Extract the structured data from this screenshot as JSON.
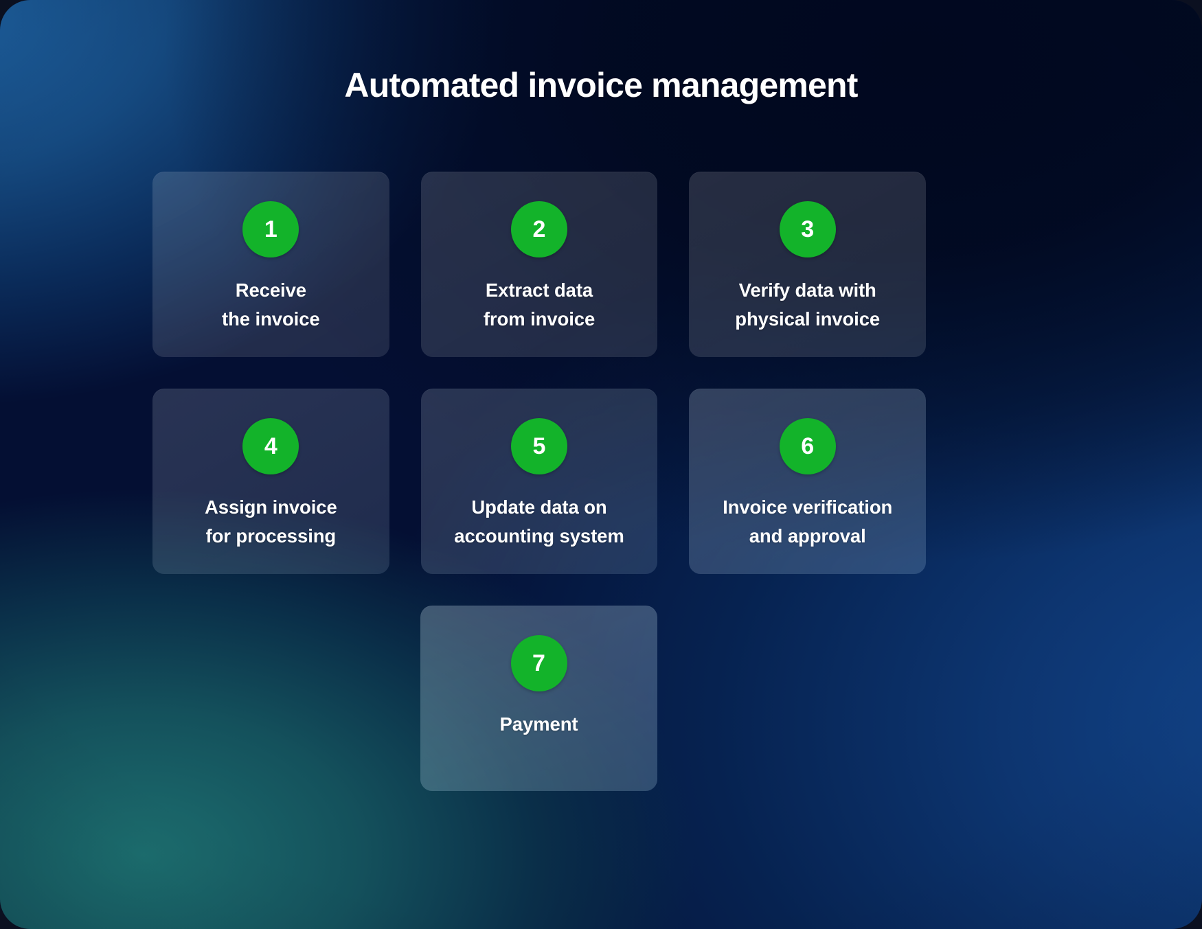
{
  "page": {
    "title": "Automated invoice management",
    "accent_green": "#13b32a",
    "text_color": "#ffffff",
    "background_colors": [
      "#1d5f9e",
      "#040f33",
      "#01081f",
      "#1c6d6e",
      "#12478f"
    ],
    "card_background": "rgba(255,255,255,0.13)"
  },
  "steps": [
    {
      "number": "1",
      "label": "Receive\nthe invoice"
    },
    {
      "number": "2",
      "label": "Extract data\nfrom invoice"
    },
    {
      "number": "3",
      "label": "Verify data with\nphysical invoice"
    },
    {
      "number": "4",
      "label": "Assign invoice\nfor processing"
    },
    {
      "number": "5",
      "label": "Update data on\naccounting system"
    },
    {
      "number": "6",
      "label": "Invoice verification\nand approval"
    },
    {
      "number": "7",
      "label": "Payment"
    }
  ]
}
